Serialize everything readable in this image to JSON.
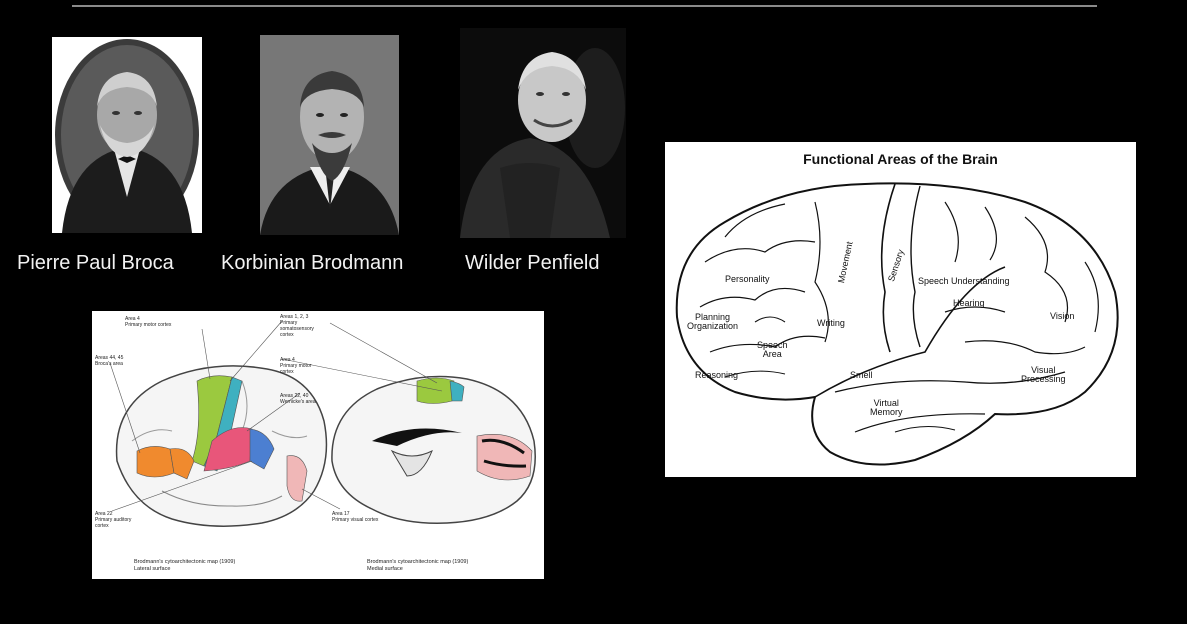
{
  "portraits": [
    {
      "name": "Pierre Paul Broca"
    },
    {
      "name": "Korbinian Brodmann"
    },
    {
      "name": "Wilder Penfield"
    }
  ],
  "functional_brain": {
    "title": "Functional Areas of the Brain",
    "areas": {
      "personality": "Personality",
      "movement": "Movement",
      "sensory": "Sensory",
      "speech_understanding": "Speech Understanding",
      "hearing": "Hearing",
      "planning": "Planning",
      "organization": "Organization",
      "writing": "Writing",
      "vision": "Vision",
      "speech": "Speech",
      "area": "Area",
      "smell": "Smell",
      "reasoning": "Reasoning",
      "visual": "Visual",
      "processing": "Processing",
      "virtual": "Virtual",
      "memory": "Memory"
    }
  },
  "brodmann_map": {
    "labels": {
      "area4": "Area 4",
      "area4_desc": "Primary motor cortex",
      "area123": "Areas 1, 2, 3",
      "area123_desc1": "Primary",
      "area123_desc2": "somatosensory",
      "area123_desc3": "cortex",
      "area4b": "Area 4",
      "area4b_desc1": "Primary motor",
      "area4b_desc2": "cortex",
      "area4445": "Areas 44, 45",
      "area4445_desc": "Broca's area",
      "area2240": "Areas 22, 40",
      "area2240_desc": "Wernicke's area",
      "area17": "Area 17",
      "area17_desc": "Primary visual cortex",
      "area22": "Area 22",
      "area22_desc1": "Primary auditory",
      "area22_desc2": "cortex"
    },
    "captions": {
      "lateral_1": "Brodmann's cytoarchitectonic map (1909)",
      "lateral_2": "Lateral surface",
      "medial_1": "Brodmann's cytoarchitectonic map (1909)",
      "medial_2": "Medial surface"
    },
    "colors": {
      "motor": "#9bc93f",
      "somatosensory": "#3fb0c0",
      "broca": "#f08a2e",
      "wernicke": "#e8567a",
      "auditory": "#4c7fd1",
      "visual": "#f0b7b7"
    }
  }
}
